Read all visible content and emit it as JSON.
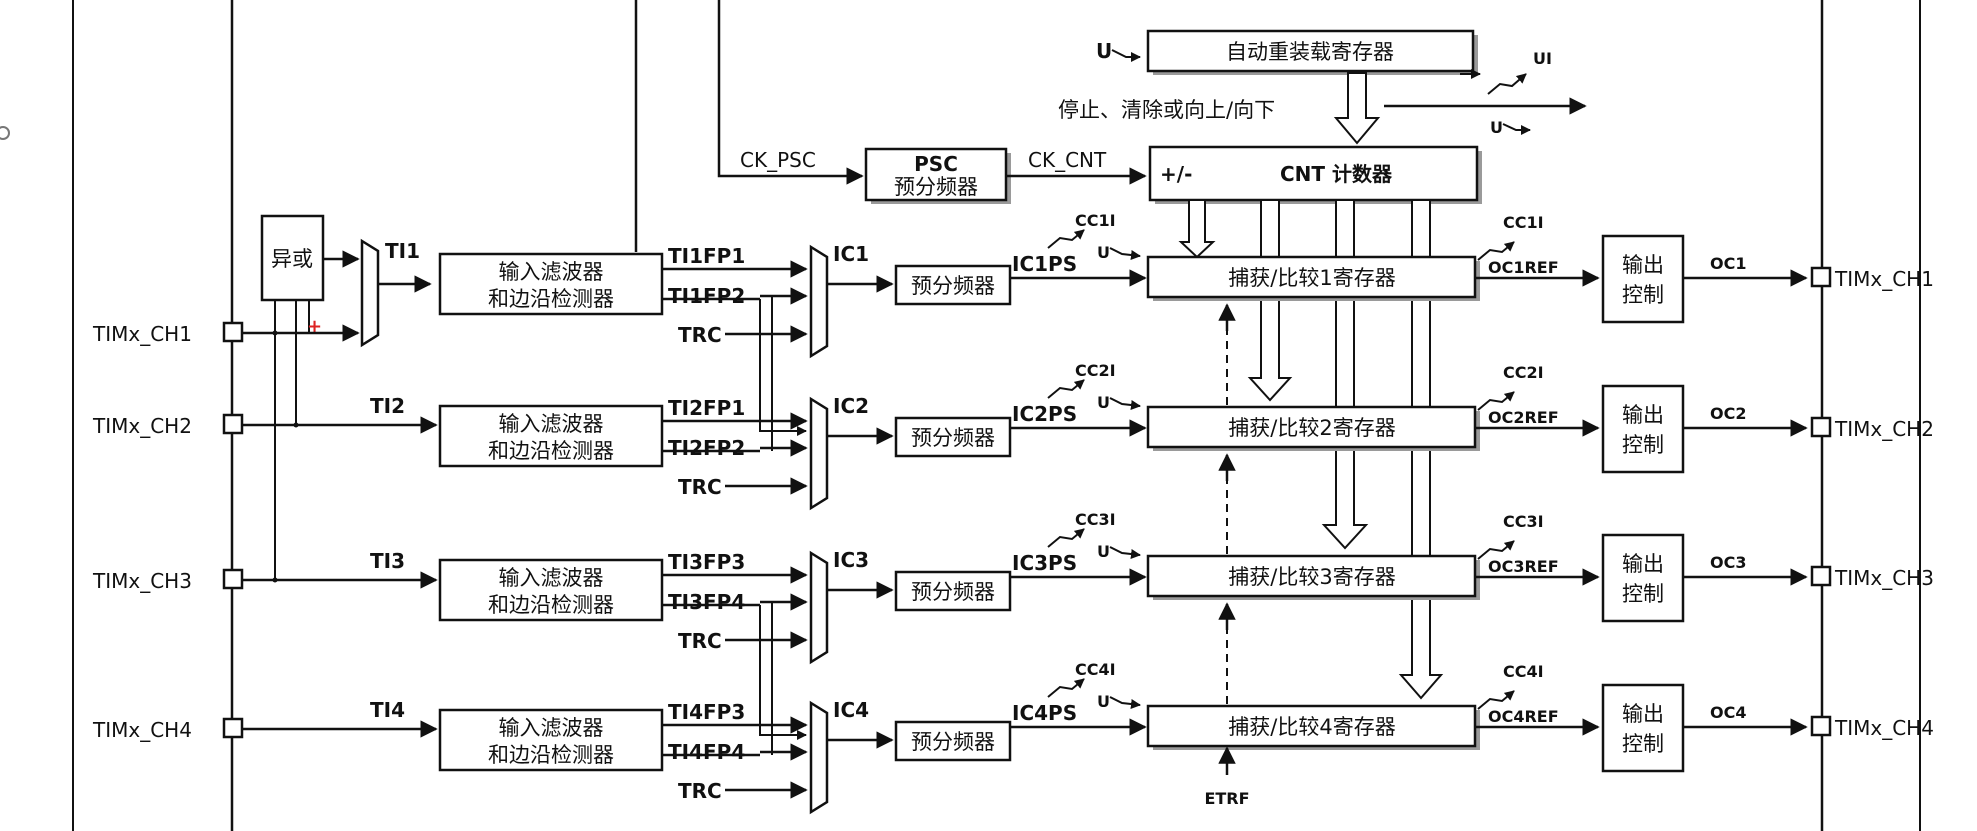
{
  "channels": {
    "pins": [
      "TIMx_CH1",
      "TIMx_CH2",
      "TIMx_CH3",
      "TIMx_CH4"
    ],
    "ti": [
      "TI1",
      "TI2",
      "TI3",
      "TI4"
    ],
    "filter_line1": "输入滤波器",
    "filter_line2": "和边沿检测器",
    "fp_a": [
      "TI1FP1",
      "TI2FP1",
      "TI3FP3",
      "TI4FP3"
    ],
    "fp_b": [
      "TI1FP2",
      "TI2FP2",
      "TI3FP4",
      "TI4FP4"
    ],
    "trc": "TRC",
    "ic": [
      "IC1",
      "IC2",
      "IC3",
      "IC4"
    ],
    "prescaler": "预分频器",
    "icps": [
      "IC1PS",
      "IC2PS",
      "IC3PS",
      "IC4PS"
    ],
    "u": "U",
    "cci": [
      "CC1I",
      "CC2I",
      "CC3I",
      "CC4I"
    ],
    "ccr": [
      "捕获/比较1寄存器",
      "捕获/比较2寄存器",
      "捕获/比较3寄存器",
      "捕获/比较4寄存器"
    ],
    "ocref": [
      "OC1REF",
      "OC2REF",
      "OC3REF",
      "OC4REF"
    ],
    "out_line1": "输出",
    "out_line2": "控制",
    "oc": [
      "OC1",
      "OC2",
      "OC3",
      "OC4"
    ]
  },
  "xor_label": "异或",
  "arr": {
    "label": "自动重装载寄存器",
    "u": "U"
  },
  "stop_text": "停止、清除或向上/向下",
  "ui": "UI",
  "u_ui": "U",
  "ck_psc": "CK_PSC",
  "psc": {
    "title": "PSC",
    "sub": "预分频器"
  },
  "ck_cnt": "CK_CNT",
  "cnt": {
    "sign": "+/-",
    "label": "CNT 计数器"
  },
  "etrf": "ETRF"
}
